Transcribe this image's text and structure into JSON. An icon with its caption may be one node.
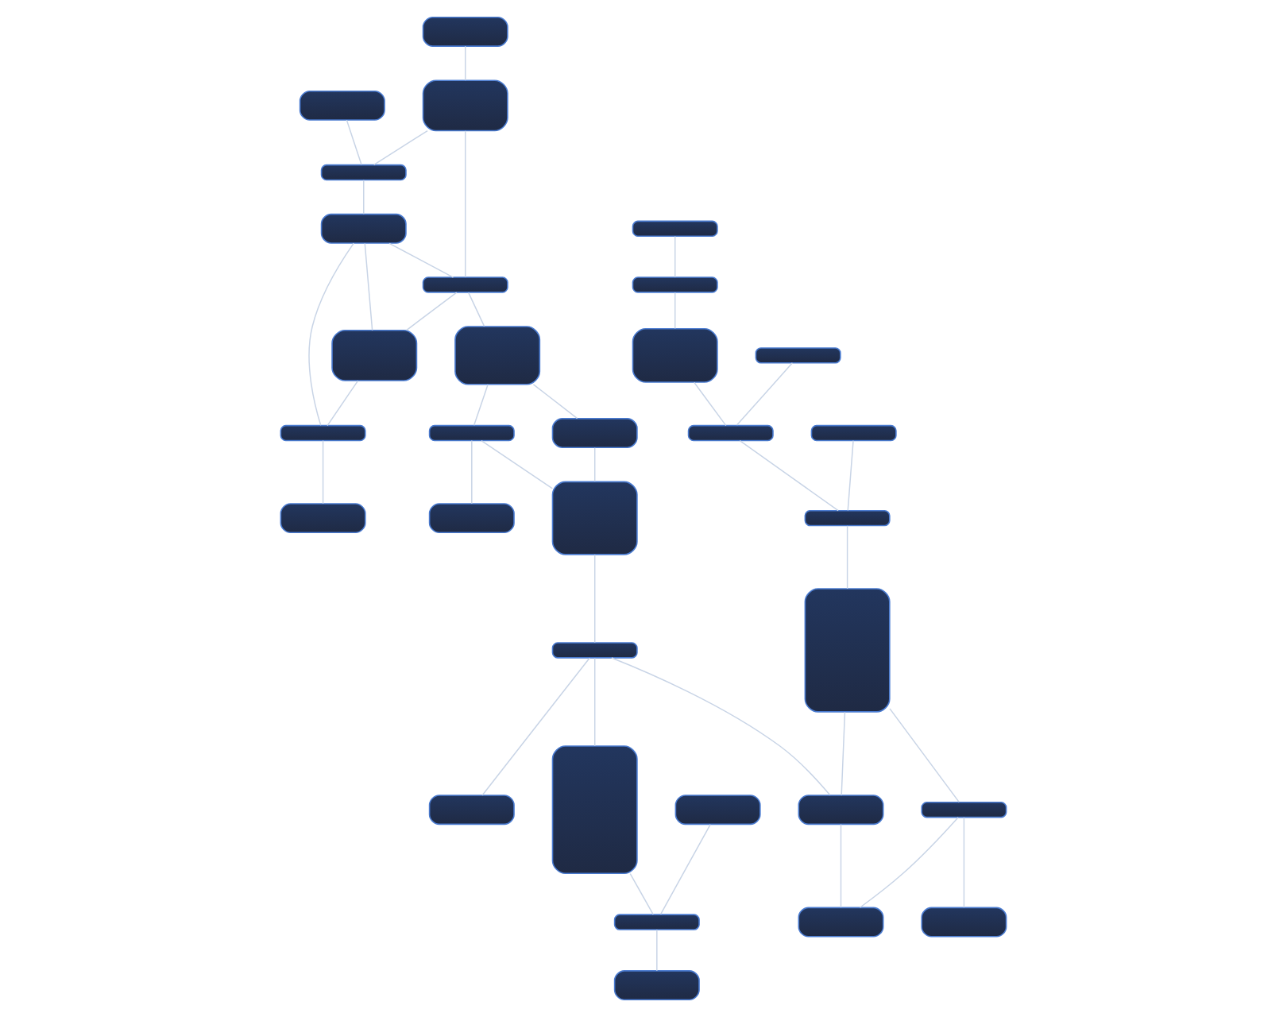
{
  "diagram": {
    "nodes": [
      {
        "text": [],
        "shape": "box"
      },
      {
        "text": [],
        "shape": "box"
      },
      {
        "text": [],
        "shape": "box"
      },
      {
        "text": [],
        "shape": "box"
      },
      {
        "text": [],
        "shape": "box"
      },
      {
        "text": [],
        "shape": "box"
      },
      {
        "text": [],
        "shape": "box"
      },
      {
        "text": [],
        "shape": "box"
      },
      {
        "text": [],
        "shape": "box"
      },
      {
        "text": [],
        "shape": "box"
      },
      {
        "text": [],
        "shape": "box"
      },
      {
        "text": [],
        "shape": "box"
      },
      {
        "text": [],
        "shape": "box"
      },
      {
        "text": [],
        "shape": "box"
      },
      {
        "text": [],
        "shape": "box"
      },
      {
        "text": [],
        "shape": "box"
      },
      {
        "text": [],
        "shape": "box"
      },
      {
        "text": [],
        "shape": "box"
      },
      {
        "text": [],
        "shape": "box"
      },
      {
        "text": [],
        "shape": "box"
      },
      {
        "text": [],
        "shape": "box"
      },
      {
        "text": [],
        "shape": "box"
      },
      {
        "text": [],
        "shape": "box"
      },
      {
        "text": [],
        "shape": "box"
      },
      {
        "text": [],
        "shape": "box"
      },
      {
        "text": [],
        "shape": "box"
      },
      {
        "text": [],
        "shape": "box"
      },
      {
        "text": [],
        "shape": "box"
      },
      {
        "text": [],
        "shape": "box"
      },
      {
        "text": [],
        "shape": "box"
      },
      {
        "text": [],
        "shape": "box"
      },
      {
        "text": [],
        "shape": "box"
      }
    ],
    "edges": [
      {
        "from": 1,
        "to": 2,
        "arrow": "none"
      },
      {
        "from": 2,
        "to": 7,
        "arrow": "none"
      },
      {
        "from": 7,
        "to": 9,
        "arrow": "none"
      },
      {
        "from": 8,
        "to": 9,
        "arrow": "none"
      },
      {
        "from": 9,
        "to": 17,
        "arrow": "none"
      },
      {
        "from": 16,
        "to": 17,
        "arrow": "none"
      },
      {
        "from": 17,
        "to": 25,
        "arrow": "none"
      },
      {
        "from": 3,
        "to": 5,
        "arrow": "none"
      },
      {
        "from": 5,
        "to": 4,
        "arrow": "none"
      },
      {
        "from": 0,
        "to": 4,
        "arrow": "none"
      },
      {
        "from": 4,
        "to": 6,
        "arrow": "none"
      },
      {
        "from": 5,
        "to": 10,
        "arrow": "none"
      },
      {
        "from": 6,
        "to": 10,
        "arrow": "none"
      },
      {
        "from": 6,
        "to": 11,
        "arrow": "none"
      },
      {
        "from": 6,
        "to": 12,
        "arrow": "none"
      },
      {
        "from": 10,
        "to": 11,
        "arrow": "none"
      },
      {
        "from": 11,
        "to": 12,
        "arrow": "none"
      },
      {
        "from": 12,
        "to": 13,
        "arrow": "none"
      },
      {
        "from": 10,
        "to": 14,
        "arrow": "none"
      },
      {
        "from": 14,
        "to": 15,
        "arrow": "none"
      },
      {
        "from": 14,
        "to": 18,
        "arrow": "none"
      },
      {
        "from": 18,
        "to": 19,
        "arrow": "none"
      },
      {
        "from": 18,
        "to": 21,
        "arrow": "none"
      },
      {
        "from": 15,
        "to": 19,
        "arrow": "none"
      },
      {
        "from": 19,
        "to": 23,
        "arrow": "none"
      },
      {
        "from": 23,
        "to": 22,
        "arrow": "none"
      },
      {
        "from": 23,
        "to": 28,
        "arrow": "none"
      },
      {
        "from": 23,
        "to": 26,
        "arrow": "none"
      },
      {
        "from": 22,
        "to": 24,
        "arrow": "none"
      },
      {
        "from": 20,
        "to": 24,
        "arrow": "none"
      },
      {
        "from": 24,
        "to": 27,
        "arrow": "none"
      },
      {
        "from": 25,
        "to": 26,
        "arrow": "none"
      },
      {
        "from": 25,
        "to": 29,
        "arrow": "none"
      },
      {
        "from": 29,
        "to": 31,
        "arrow": "none"
      },
      {
        "from": 29,
        "to": 30,
        "arrow": "none"
      },
      {
        "from": 26,
        "to": 30,
        "arrow": "none"
      }
    ]
  }
}
